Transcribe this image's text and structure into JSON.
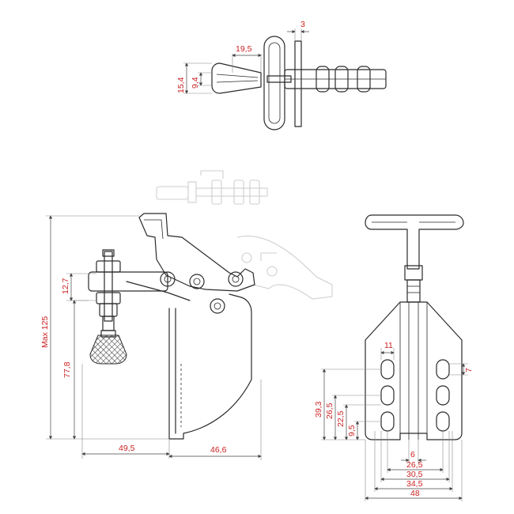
{
  "dimensions": {
    "top_view": {
      "handle_thickness": "3",
      "stem_length": "19,5",
      "handle_width": "15,4",
      "stem_width": "9,4"
    },
    "side_view": {
      "max_height": "Max 125",
      "spindle_offset": "12,7",
      "base_height": "77,8",
      "reach": "49,5",
      "base_depth": "46,6"
    },
    "front_view": {
      "hole_diameter": "11",
      "slot_width": "7",
      "hole_span_outer": "39,3",
      "hole_span_mid": "26,5",
      "hole_span_mid2": "22,5",
      "hole_span_inner": "9,5",
      "width_6": "6",
      "width_26_5": "26,5",
      "width_30_5": "30,5",
      "width_34_5": "34,5",
      "width_48": "48"
    }
  }
}
